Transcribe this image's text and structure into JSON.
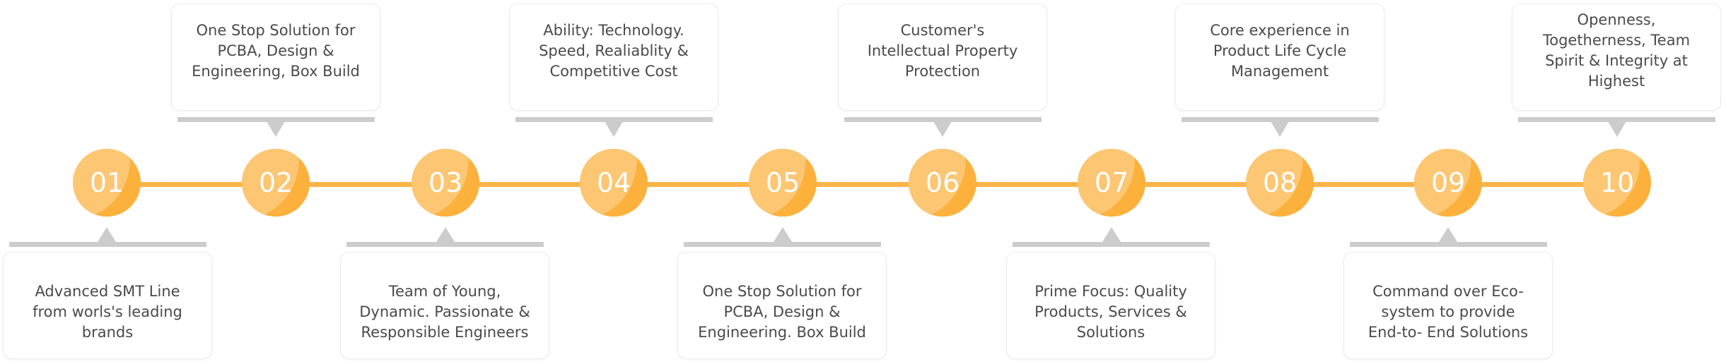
{
  "colors": {
    "accent": "#fbb448",
    "node_light": "#fdc673",
    "node_dark": "#fcb13d",
    "connector_gray": "#cccccc",
    "text": "#4a4a4a"
  },
  "steps": [
    {
      "number": "01",
      "position": "bottom",
      "text": "Advanced SMT Line from worls's leading brands"
    },
    {
      "number": "02",
      "position": "top",
      "text": "One Stop Solution for PCBA, Design & Engineering, Box Build"
    },
    {
      "number": "03",
      "position": "bottom",
      "text": "Team of Young, Dynamic. Passionate & Responsible Engineers"
    },
    {
      "number": "04",
      "position": "top",
      "text": "Ability: Technology. Speed, Realiablity & Competitive Cost"
    },
    {
      "number": "05",
      "position": "bottom",
      "text": "One Stop Solution for PCBA, Design & Engineering. Box Build"
    },
    {
      "number": "06",
      "position": "top",
      "text": "Customer's Intellectual Property Protection"
    },
    {
      "number": "07",
      "position": "bottom",
      "text": "Prime Focus: Quality Products, Services & Solutions"
    },
    {
      "number": "08",
      "position": "top",
      "text": "Core experience in Product Life Cycle Management"
    },
    {
      "number": "09",
      "position": "bottom",
      "text": "Command over Eco-system to provide End-to- End Solutions"
    },
    {
      "number": "10",
      "position": "top",
      "text": "Openness, Togetherness, Team Spirit & Integrity at Highest"
    }
  ]
}
